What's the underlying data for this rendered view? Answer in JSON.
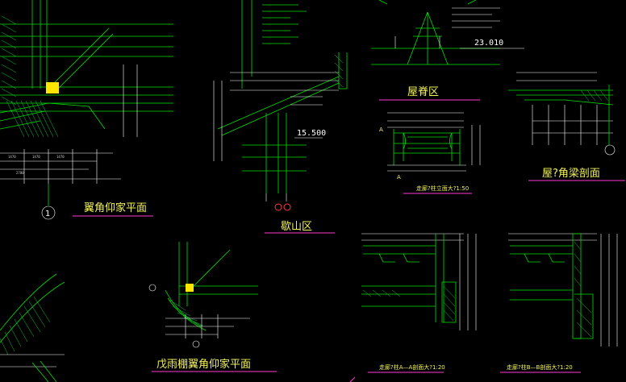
{
  "labels": {
    "ridge": "屋脊区",
    "eave_plan": "翼角仰家平面",
    "gable": "歇山区",
    "corner_beam": "屋?角梁剖面",
    "porch_plan": "戊雨棚翼角仰家平面",
    "corridor_elev": "走廊?柱立面大?1:50",
    "section_a": "走廊?柱A—A剖面大?1:20",
    "section_b": "走廊?柱B—B剖面大?1:20",
    "axis_1": "1",
    "elev_15500": "15.500",
    "elev_23010": "23.010",
    "dim_1470": "1470",
    "dim_2700": "2700"
  },
  "colors": {
    "background": "#000000",
    "line": "#00e000",
    "title_text": "#f2f25a",
    "underline": "#ff3ad2",
    "dimension_text": "#ffffff",
    "marker": "#ffe600",
    "axis_circle": "#ff3a3a"
  }
}
